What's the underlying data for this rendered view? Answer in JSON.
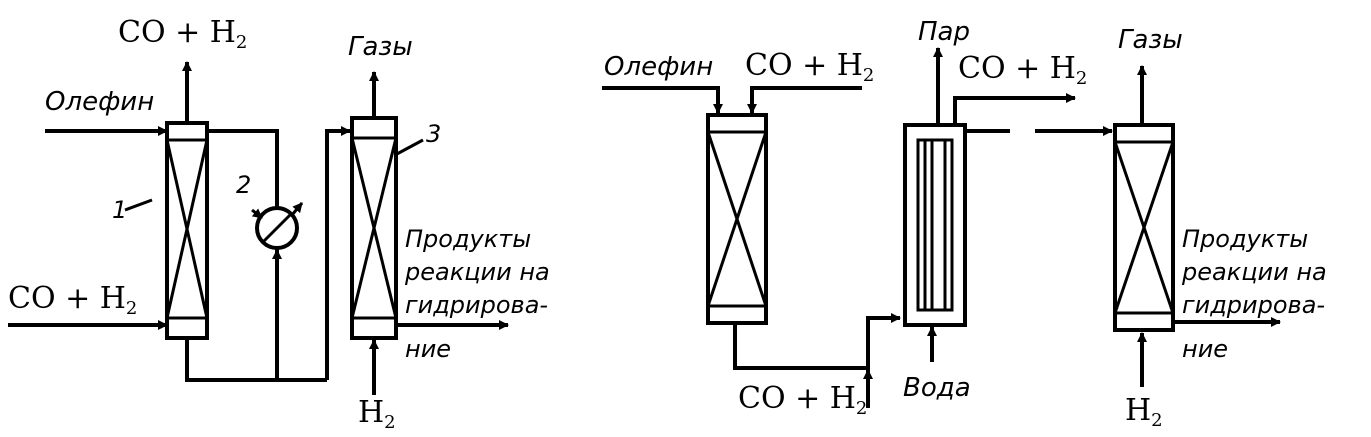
{
  "left_scheme": {
    "top_out": "CO + H",
    "top_out_sub": "2",
    "olefin": "Олефин",
    "co_h2_in": "CO + H",
    "co_h2_in_sub": "2",
    "gases": "Газы",
    "label_1": "1",
    "label_2": "2",
    "label_3": "3",
    "products_line1": "Продукты",
    "products_line2": "реакции на",
    "products_line3": "гидрирова-",
    "products_line4": "ние",
    "h2": "H",
    "h2_sub": "2"
  },
  "right_scheme": {
    "olefin": "Олефин",
    "co_h2_in": "CO + H",
    "co_h2_in_sub": "2",
    "steam": "Пар",
    "co_h2_out": "CO + H",
    "co_h2_out_sub": "2",
    "gases": "Газы",
    "co_h2_bottom": "CO + H",
    "co_h2_bottom_sub": "2",
    "water": "Вода",
    "products_line1": "Продукты",
    "products_line2": "реакции на",
    "products_line3": "гидрирова-",
    "products_line4": "ние",
    "h2": "H",
    "h2_sub": "2"
  }
}
